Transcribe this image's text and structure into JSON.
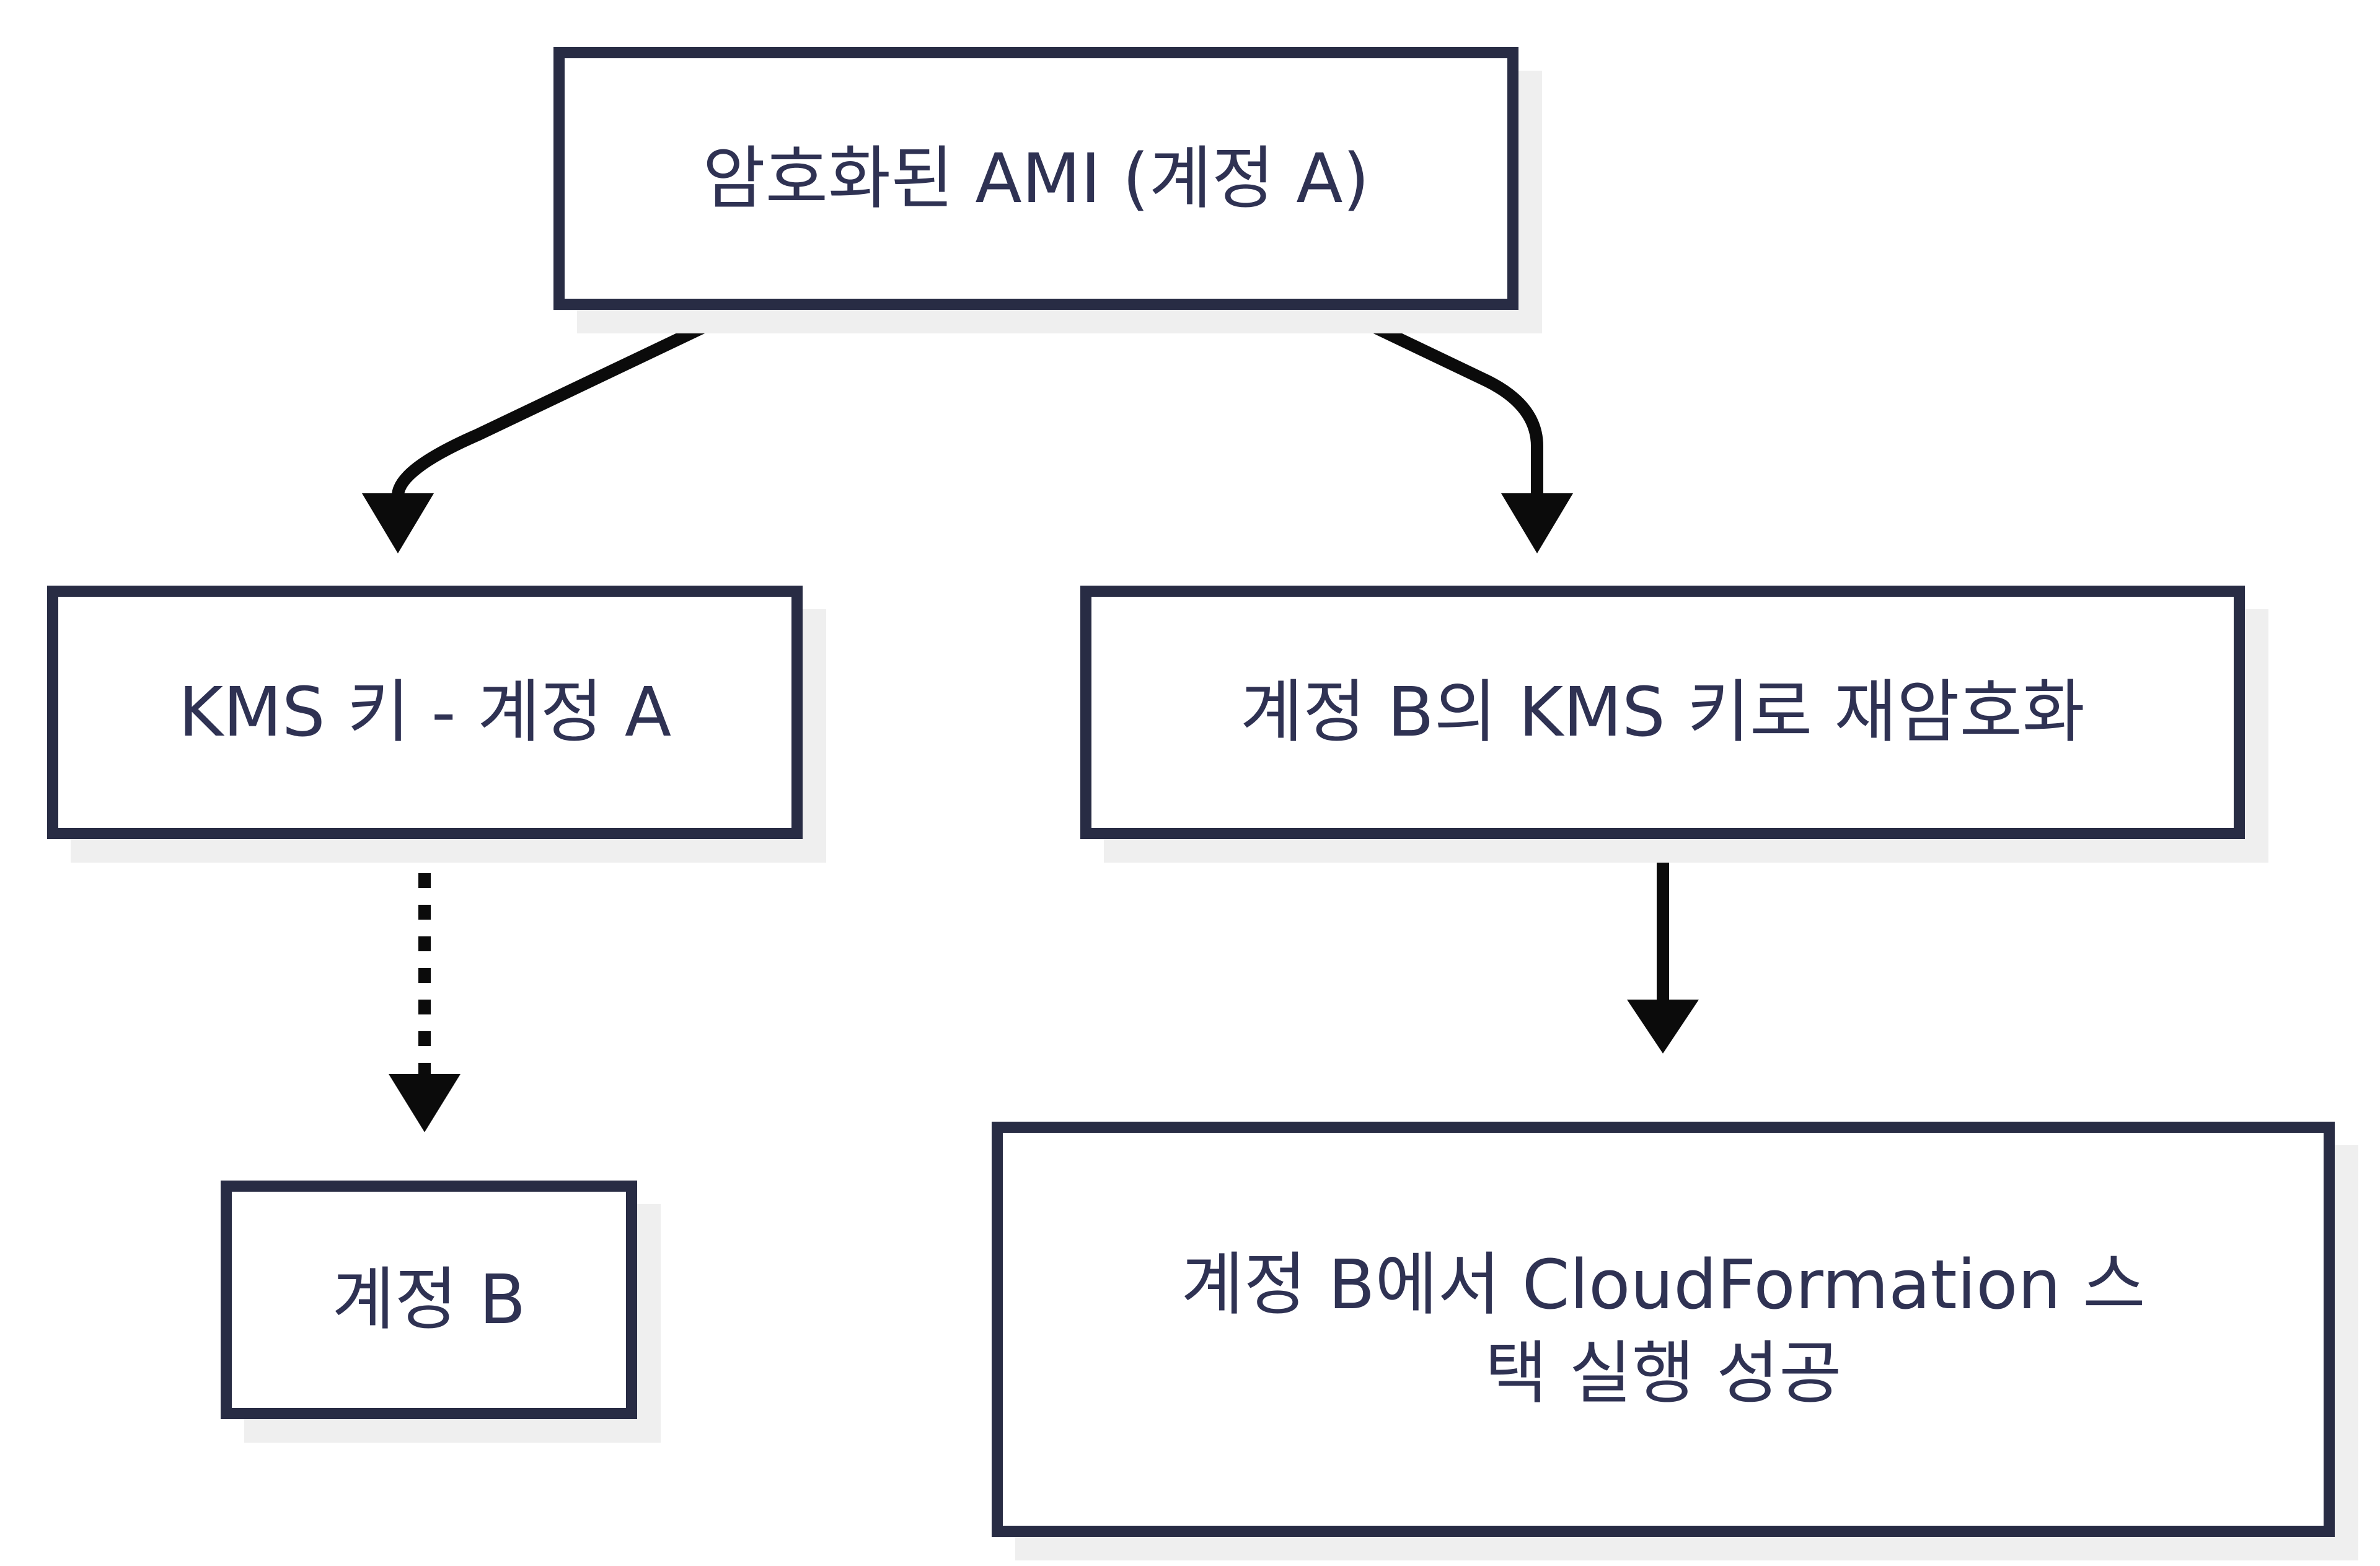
{
  "diagram": {
    "type": "flowchart",
    "nodes": [
      {
        "id": "encrypted-ami",
        "label": "암호화된 AMI (계정 A)"
      },
      {
        "id": "kms-key-account-a",
        "label": "KMS 키 - 계정 A"
      },
      {
        "id": "reencrypt-with-b-kms",
        "label": "계정 B의 KMS 키로 재암호화"
      },
      {
        "id": "account-b",
        "label": "계정 B"
      },
      {
        "id": "cloudformation-success",
        "label": "계정 B에서 CloudFormation 스택 실행 성공",
        "label_lines": [
          "계정 B에서 CloudFormation 스",
          "택 실행 성공"
        ]
      }
    ],
    "edges": [
      {
        "from": "encrypted-ami",
        "to": "kms-key-account-a",
        "style": "solid",
        "shape": "curved"
      },
      {
        "from": "encrypted-ami",
        "to": "reencrypt-with-b-kms",
        "style": "solid",
        "shape": "curved"
      },
      {
        "from": "kms-key-account-a",
        "to": "account-b",
        "style": "dotted",
        "shape": "straight"
      },
      {
        "from": "reencrypt-with-b-kms",
        "to": "cloudformation-success",
        "style": "solid",
        "shape": "straight"
      }
    ],
    "colors": {
      "background": "#ffffff",
      "box_border": "#282c44",
      "box_fill": "#ffffff",
      "text": "#2f3253",
      "arrow": "#0b0b0b",
      "shadow": "#efefef"
    }
  }
}
